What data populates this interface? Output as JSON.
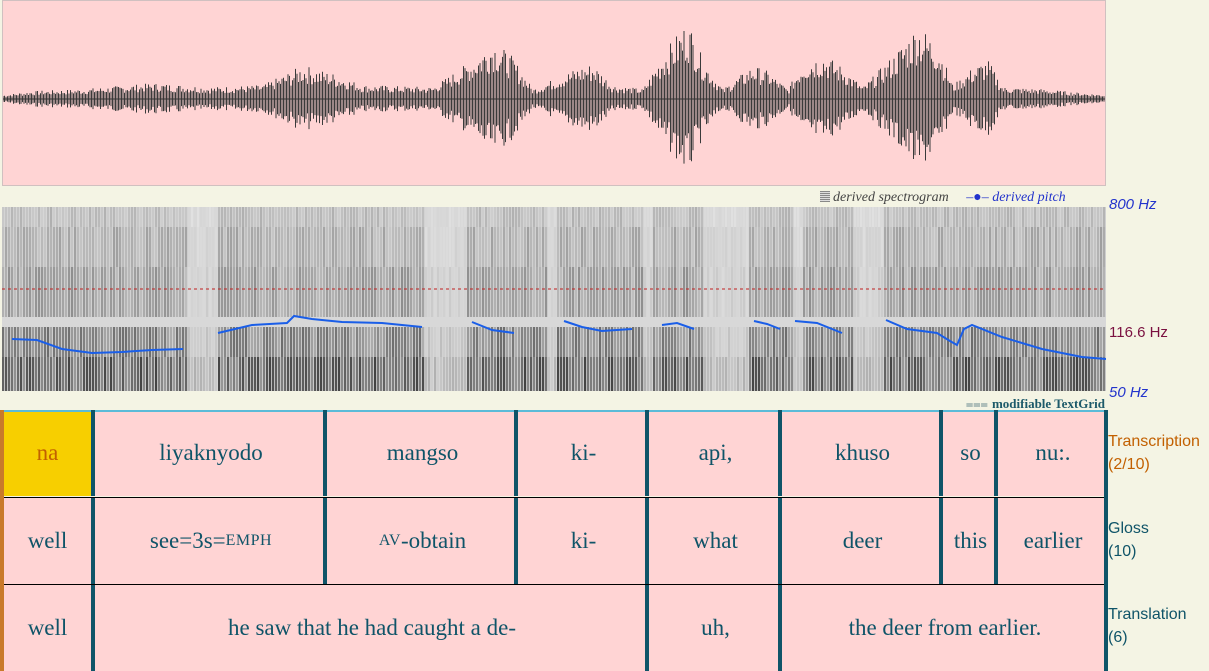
{
  "waveform": {
    "background": "#ffd4d4",
    "color": "#3a3a3a"
  },
  "spectrogram": {
    "legend_spectrogram": "derived spectrogram",
    "legend_pitch": "derived pitch",
    "label_top": "800 Hz",
    "label_mid": "116.6 Hz",
    "label_bottom": "50 Hz",
    "pitch_color": "#1a5ee8"
  },
  "textgrid": {
    "header": "modifiable TextGrid",
    "tiers": [
      {
        "name": "Transcription",
        "count": "(2/10)",
        "color": "#c26000",
        "intervals": [
          {
            "text": "na",
            "selected": true
          },
          {
            "text": "liyaknyodo"
          },
          {
            "text": "mangso"
          },
          {
            "text": "ki-"
          },
          {
            "text": "api,"
          },
          {
            "text": "khuso"
          },
          {
            "text": "so"
          },
          {
            "text": "nu:."
          }
        ]
      },
      {
        "name": "Gloss",
        "count": "(10)",
        "color": "#0f5468",
        "intervals": [
          {
            "text": "well"
          },
          {
            "text": "see=3s=",
            "sc": "EMPH"
          },
          {
            "sc": "AV",
            "text": "-obtain"
          },
          {
            "text": "ki-"
          },
          {
            "text": "what"
          },
          {
            "text": "deer"
          },
          {
            "text": "this"
          },
          {
            "text": "earlier"
          }
        ]
      },
      {
        "name": "Translation",
        "count": "(6)",
        "color": "#0f5468",
        "intervals": [
          {
            "text": "well"
          },
          {
            "text": "he saw that he had caught a de-"
          },
          {
            "text": "uh,"
          },
          {
            "text": "the deer from earlier."
          }
        ]
      }
    ]
  }
}
